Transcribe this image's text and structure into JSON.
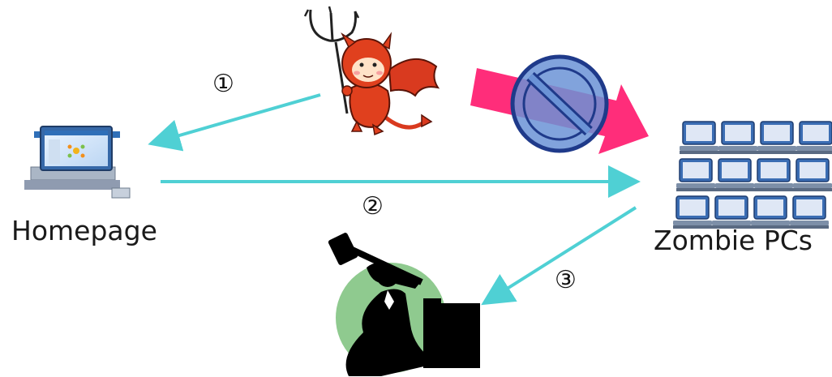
{
  "nodes": {
    "homepage": {
      "label": "Homepage"
    },
    "zombies": {
      "label": "Zombie PCs"
    },
    "attacker": {
      "icon": "devil-icon"
    },
    "victim": {
      "icon": "smashing-computer-icon"
    },
    "blocked": {
      "icon": "prohibited-arrow-icon"
    }
  },
  "steps": [
    {
      "id": "1",
      "label": "①",
      "from": "attacker",
      "to": "homepage"
    },
    {
      "id": "2",
      "label": "②",
      "from": "homepage",
      "to": "zombies"
    },
    {
      "id": "3",
      "label": "③",
      "from": "zombies",
      "to": "victim"
    }
  ],
  "colors": {
    "arrow": "#4fd0d4",
    "devil": "#e0401e",
    "forbidden_arrow": "#ff2d7a",
    "prohibit_ring": "#1f3a8a",
    "prohibit_fill": "#6b93d6",
    "victim_circle": "#8fca8f",
    "monitor_blue": "#2f6fb8"
  }
}
